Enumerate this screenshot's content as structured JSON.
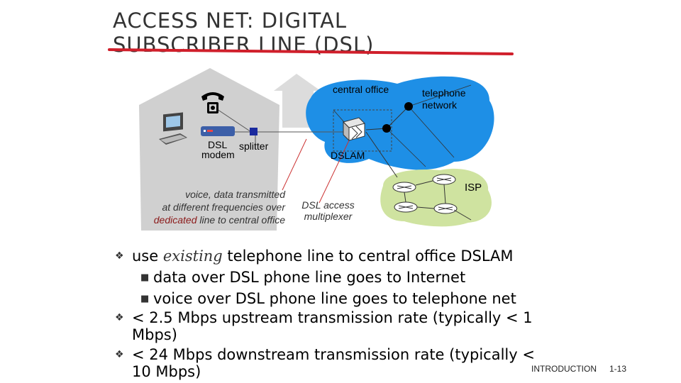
{
  "title": {
    "line1": "ACCESS NET: DIGITAL",
    "line2": "SUBSCRIBER LINE (DSL)"
  },
  "colors": {
    "accent_red": "#d01f2b",
    "cloud_blue": "#1e8fe6",
    "house_gray": "#d0d0d0",
    "isp_green": "#cfe3a0"
  },
  "diagram": {
    "labels": {
      "central_office": "central office",
      "telephone_network_1": "telephone",
      "telephone_network_2": "network",
      "dsl_modem_1": "DSL",
      "dsl_modem_2": "modem",
      "splitter": "splitter",
      "dslam": "DSLAM",
      "isp": "ISP"
    },
    "caption": {
      "line1": "voice, data transmitted",
      "line2": "at different frequencies over",
      "line3_red": "dedicated",
      "line3_rest": " line to central office"
    },
    "dslam_caption": {
      "line1": "DSL access",
      "line2": "multiplexer"
    },
    "icons": [
      "telephone-icon",
      "computer-icon",
      "dsl-modem-icon",
      "splitter-icon",
      "dslam-icon",
      "router-icon"
    ]
  },
  "bullets": {
    "b1_pre": "use ",
    "b1_em": "existing",
    "b1_post": " telephone line to central office DSLAM",
    "b1_sub1": "data over DSL phone line goes to Internet",
    "b1_sub2": "voice over DSL phone line goes to telephone net",
    "b2": "< 2.5 Mbps upstream transmission rate (typically < 1 Mbps)",
    "b3": "< 24 Mbps downstream transmission rate (typically < 10 Mbps)"
  },
  "footer": {
    "section": "INTRODUCTION",
    "page": "1-13"
  }
}
